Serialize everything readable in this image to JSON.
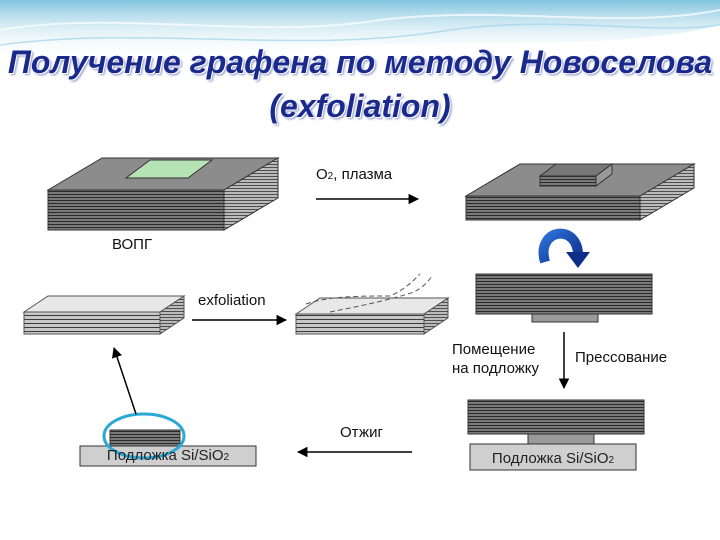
{
  "title": {
    "line1": "Получение графена по методу Новоселова",
    "line2": "(exfoliation)"
  },
  "labels": {
    "oxygen_plasma": "O",
    "oxygen_sub": "2",
    "oxygen_suffix": ", плазма",
    "hopg": "ВОПГ",
    "exfoliation": "exfoliation",
    "placement_line1": "Помещение",
    "placement_line2": "на подложку",
    "pressing": "Прессование",
    "annealing": "Отжиг"
  },
  "substrates": {
    "left_prefix": "Подложка Si/SiO",
    "left_sub": "2",
    "right_prefix": "Подложка Si/SiO",
    "right_sub": "2"
  }
}
